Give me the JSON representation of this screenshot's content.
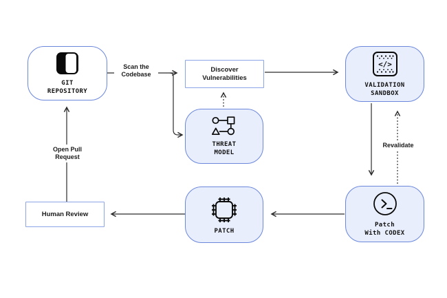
{
  "nodes": {
    "git_repository": {
      "lines": [
        "GIT",
        "REPOSITORY"
      ],
      "icon": "repository-icon"
    },
    "discover_vulnerabilities": {
      "lines": [
        "Discover",
        "Vulnerabilities"
      ]
    },
    "threat_model": {
      "lines": [
        "THREAT",
        "MODEL"
      ],
      "icon": "threat-model-icon"
    },
    "validation_sandbox": {
      "lines": [
        "VALIDATION",
        "SANDBOX"
      ],
      "icon": "sandbox-code-icon"
    },
    "patch_with_codex": {
      "lines": [
        "Patch",
        "With CODEX"
      ],
      "icon": "terminal-prompt-icon"
    },
    "patch": {
      "lines": [
        "PATCH"
      ],
      "icon": "chip-icon"
    },
    "human_review": {
      "lines": [
        "Human Review"
      ]
    }
  },
  "edge_labels": {
    "scan_the_codebase": {
      "lines": [
        "Scan the",
        "Codebase"
      ]
    },
    "open_pull_request": {
      "lines": [
        "Open Pull",
        "Request"
      ]
    },
    "revalidate": {
      "lines": [
        "Revalidate"
      ]
    }
  },
  "sandbox_icon_glyph": "</>",
  "colors": {
    "background": "#ffffff",
    "node_fill": "#e8eefb",
    "node_border": "#6b87dc",
    "box_border": "#8ba4e8",
    "arrow": "#2b2b2b",
    "icon_ink": "#0a0a0a",
    "text": "#111111"
  }
}
